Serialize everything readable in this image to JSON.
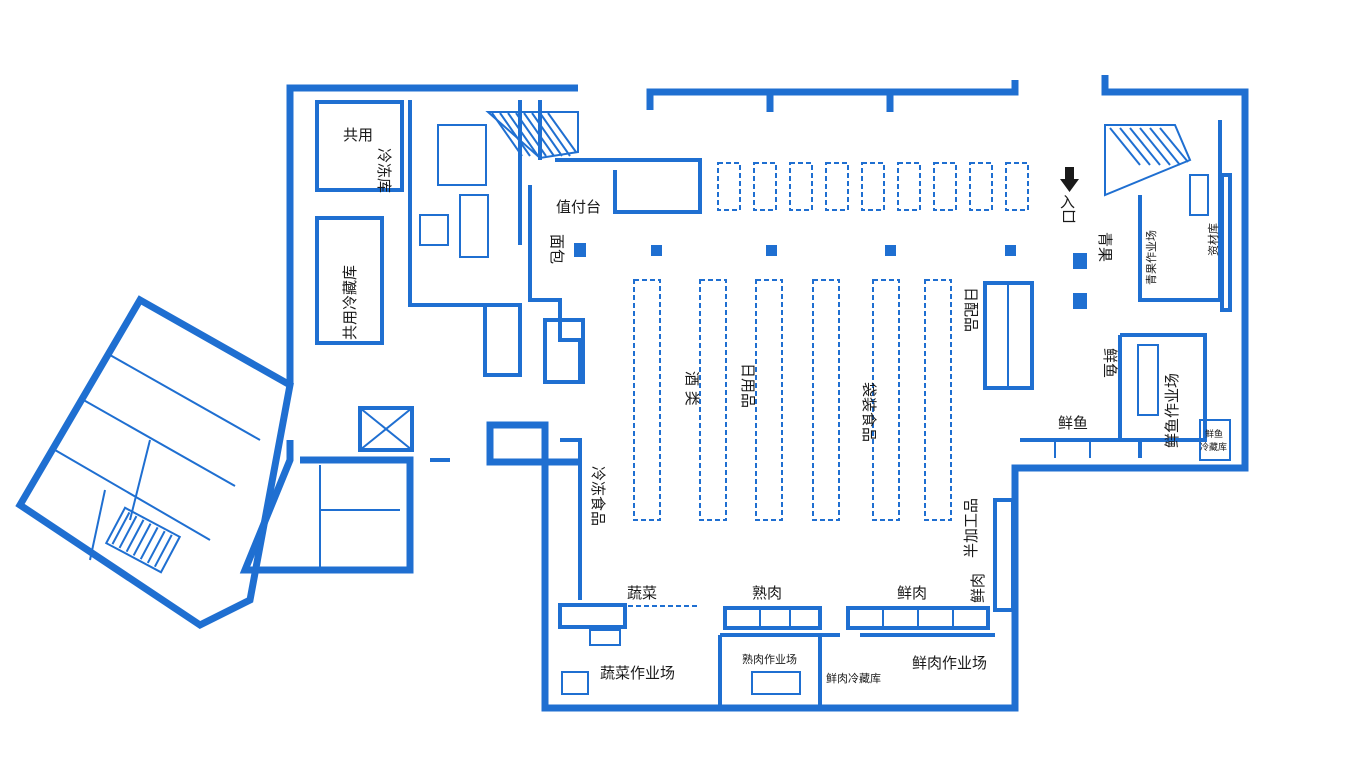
{
  "colors": {
    "wall": "#1f6fd1",
    "background": "#ffffff",
    "text": "#1a1a1a"
  },
  "icons": {
    "entrance": "arrow-down-icon"
  },
  "labels": {
    "shared_freezer_1": "共用",
    "shared_freezer_2": "冷冻库",
    "shared_cold_storage": "共用冷藏库",
    "service_counter": "值付台",
    "bread": "面包",
    "entrance_1": "入",
    "entrance_2": "口",
    "produce": "青果",
    "produce_workshop": "青果作业场",
    "supplies_storage": "资材库",
    "daily_goods": "日配品",
    "fresh_fish_side": "鲜鱼",
    "fish_workshop": "鲜鱼作业场",
    "fish_cold_1": "鲜鱼",
    "fish_cold_2": "冷藏库",
    "fresh_fish_front": "鲜鱼",
    "liquor": "酒 类",
    "household": "日用品",
    "packaged_food": "袋装食品",
    "frozen_food": "冷冻食品",
    "semi_processed": "半加工品",
    "fresh_meat_side": "鲜肉",
    "vegetables": "蔬菜",
    "cooked_meat": "熟肉",
    "fresh_meat": "鲜肉",
    "vegetable_workshop": "蔬菜作业场",
    "cooked_meat_workshop": "熟肉作业场",
    "meat_cold_storage": "鲜肉冷藏库",
    "meat_workshop": "鲜肉作业场"
  }
}
